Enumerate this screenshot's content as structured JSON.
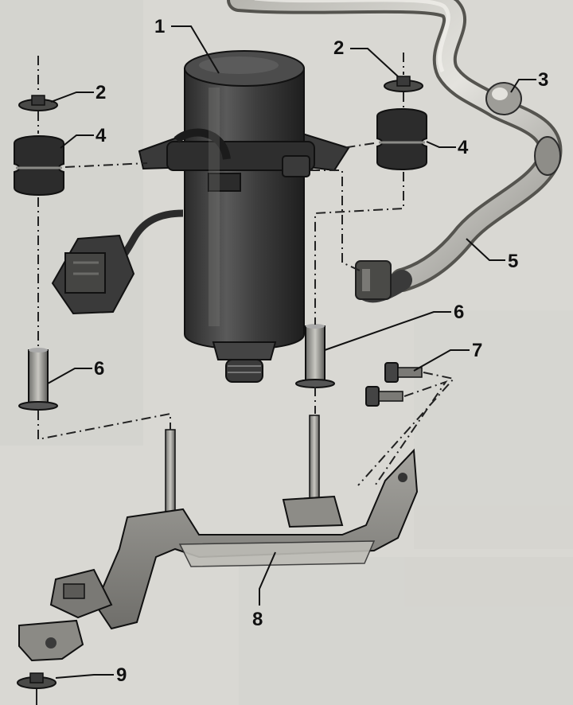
{
  "callouts": [
    {
      "id": "1",
      "label": "1"
    },
    {
      "id": "2a",
      "label": "2"
    },
    {
      "id": "2b",
      "label": "2"
    },
    {
      "id": "3",
      "label": "3"
    },
    {
      "id": "4a",
      "label": "4"
    },
    {
      "id": "4b",
      "label": "4"
    },
    {
      "id": "5",
      "label": "5"
    },
    {
      "id": "6a",
      "label": "6"
    },
    {
      "id": "6b",
      "label": "6"
    },
    {
      "id": "7",
      "label": "7"
    },
    {
      "id": "8",
      "label": "8"
    },
    {
      "id": "9",
      "label": "9"
    }
  ],
  "colors": {
    "background": "#d9d8d3",
    "part_dark": "#3c3c3c",
    "part_mid": "#8a8a86",
    "ink": "#111111"
  }
}
